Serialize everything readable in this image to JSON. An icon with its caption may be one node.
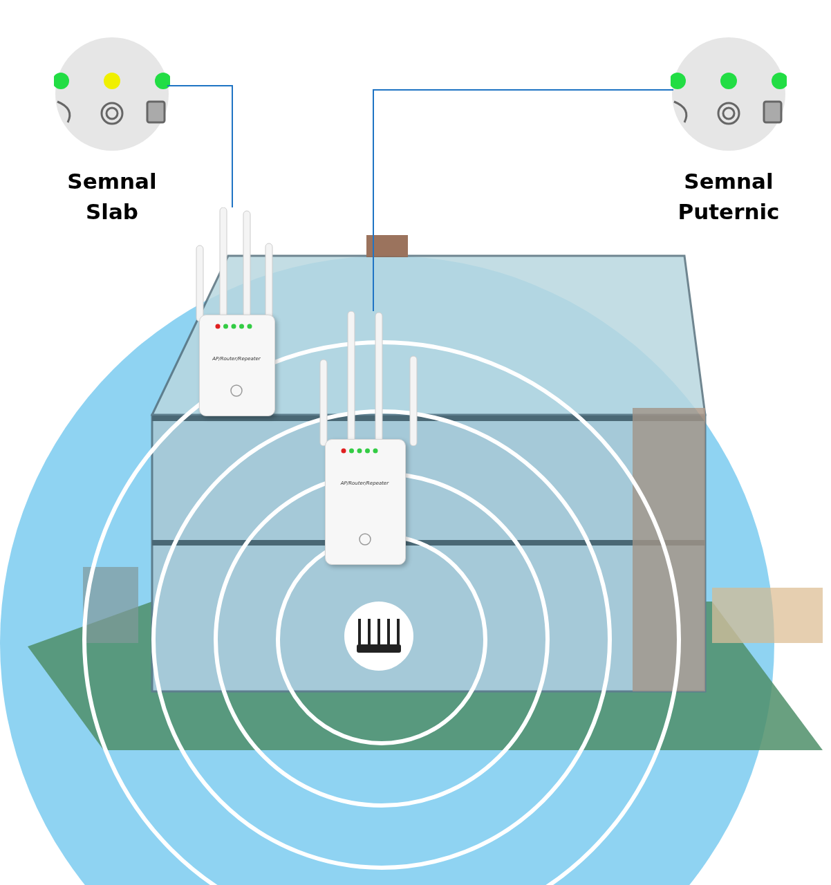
{
  "diagram": {
    "nodes": [
      {
        "text": [
          "Semnal Slab"
        ]
      },
      {
        "text": [
          "AP/Router/Repeater"
        ]
      },
      {
        "text": [
          "Semnal Puternic"
        ]
      },
      {
        "text": [
          "AP/Router/Repeater"
        ]
      },
      {
        "text": [],
        "shape": "picture"
      }
    ],
    "edges": [
      {
        "from": 0,
        "to": 1,
        "arrow": "none"
      },
      {
        "from": 2,
        "to": 3,
        "arrow": "none"
      }
    ]
  }
}
